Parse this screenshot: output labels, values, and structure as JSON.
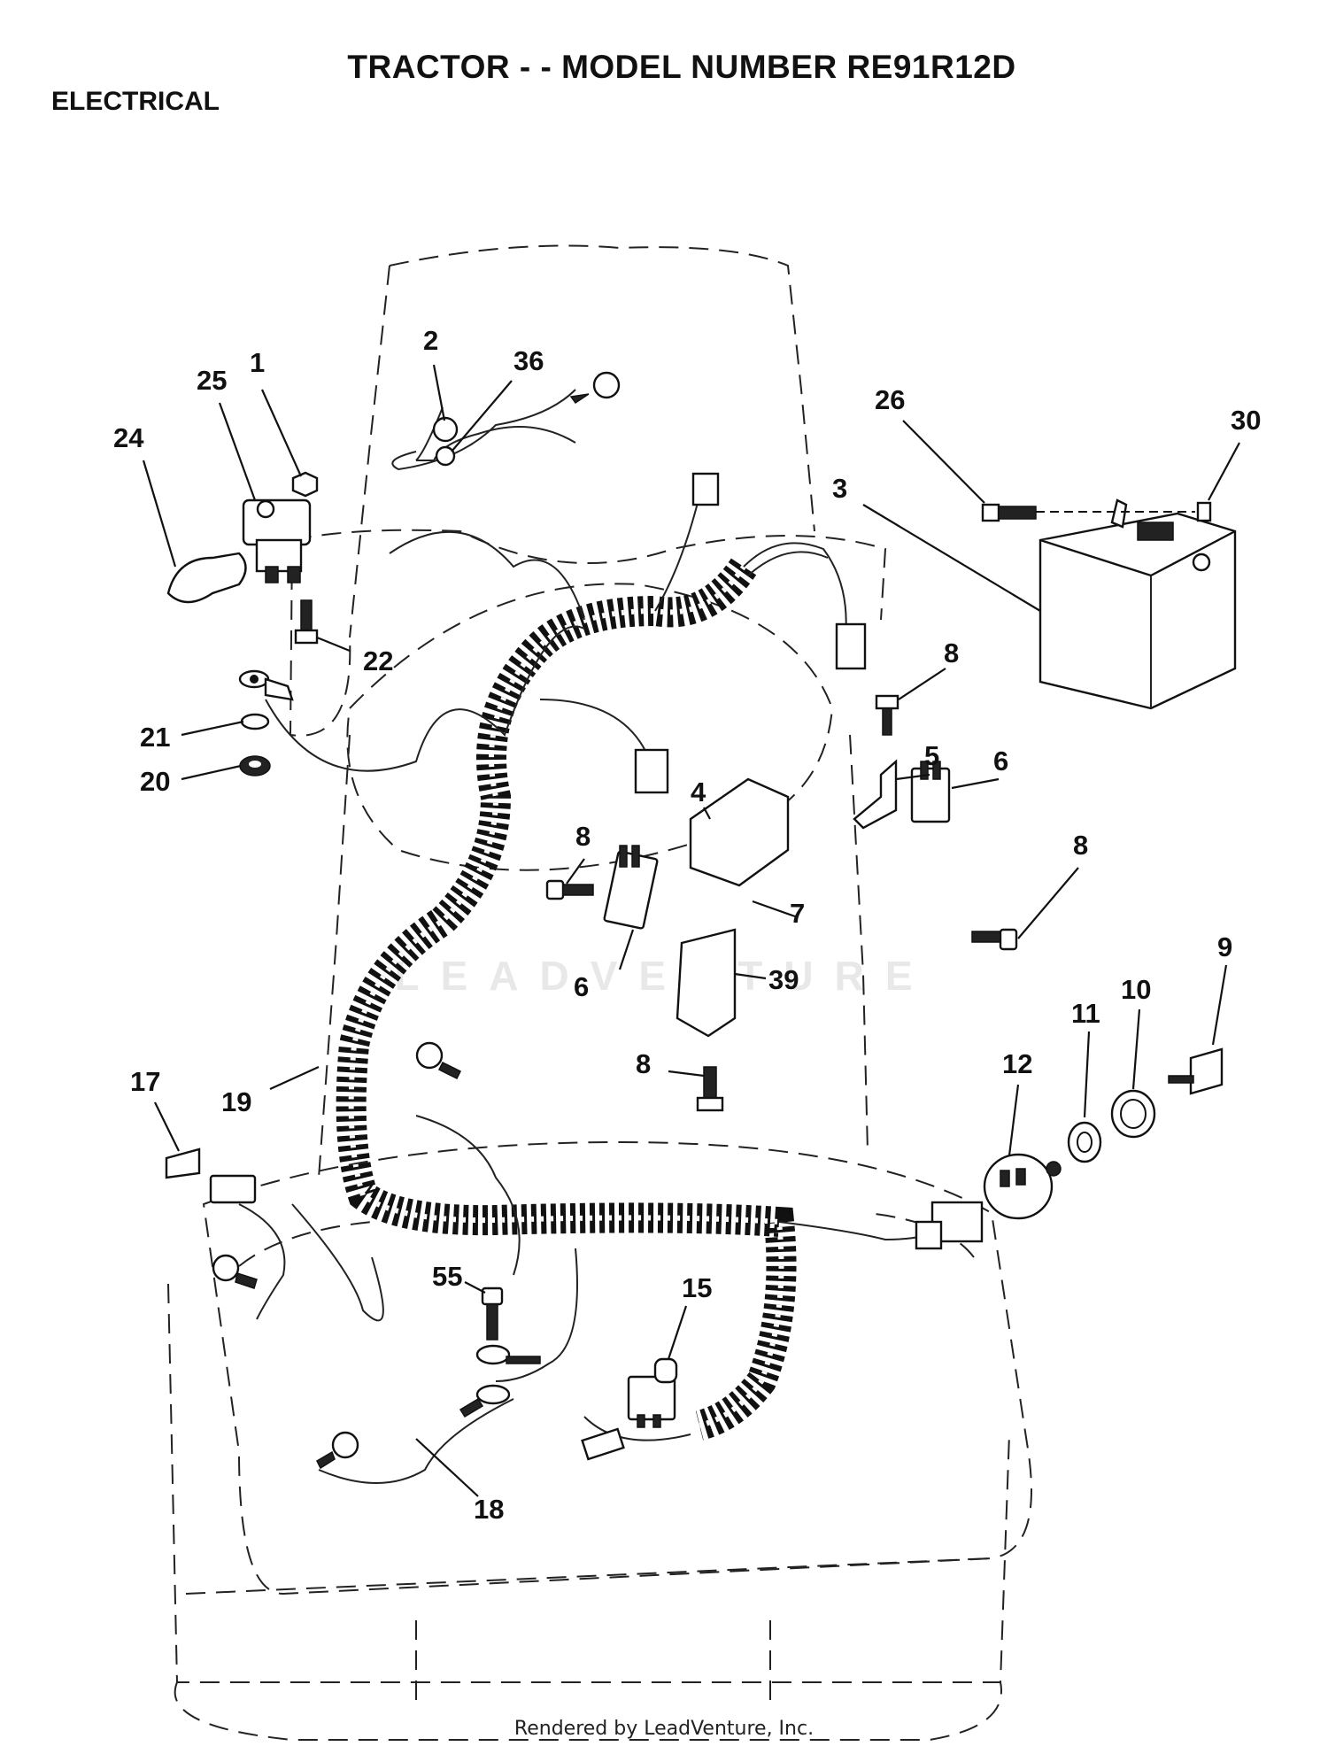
{
  "header": {
    "title": "TRACTOR - - MODEL NUMBER RE91R12D",
    "section": "ELECTRICAL"
  },
  "watermark": "LEADVENTURE",
  "footer": "Rendered by LeadVenture, Inc.",
  "callouts": [
    {
      "id": "c1",
      "label": "1"
    },
    {
      "id": "c2",
      "label": "2"
    },
    {
      "id": "c3",
      "label": "3"
    },
    {
      "id": "c4",
      "label": "4"
    },
    {
      "id": "c5",
      "label": "5"
    },
    {
      "id": "c6a",
      "label": "6"
    },
    {
      "id": "c6b",
      "label": "6"
    },
    {
      "id": "c7",
      "label": "7"
    },
    {
      "id": "c8a",
      "label": "8"
    },
    {
      "id": "c8b",
      "label": "8"
    },
    {
      "id": "c8c",
      "label": "8"
    },
    {
      "id": "c8d",
      "label": "8"
    },
    {
      "id": "c9",
      "label": "9"
    },
    {
      "id": "c10",
      "label": "10"
    },
    {
      "id": "c11",
      "label": "11"
    },
    {
      "id": "c12",
      "label": "12"
    },
    {
      "id": "c15",
      "label": "15"
    },
    {
      "id": "c17",
      "label": "17"
    },
    {
      "id": "c18",
      "label": "18"
    },
    {
      "id": "c19",
      "label": "19"
    },
    {
      "id": "c20",
      "label": "20"
    },
    {
      "id": "c21",
      "label": "21"
    },
    {
      "id": "c22",
      "label": "22"
    },
    {
      "id": "c24",
      "label": "24"
    },
    {
      "id": "c25",
      "label": "25"
    },
    {
      "id": "c26",
      "label": "26"
    },
    {
      "id": "c30",
      "label": "30"
    },
    {
      "id": "c36",
      "label": "36"
    },
    {
      "id": "c39",
      "label": "39"
    },
    {
      "id": "c55",
      "label": "55"
    }
  ]
}
